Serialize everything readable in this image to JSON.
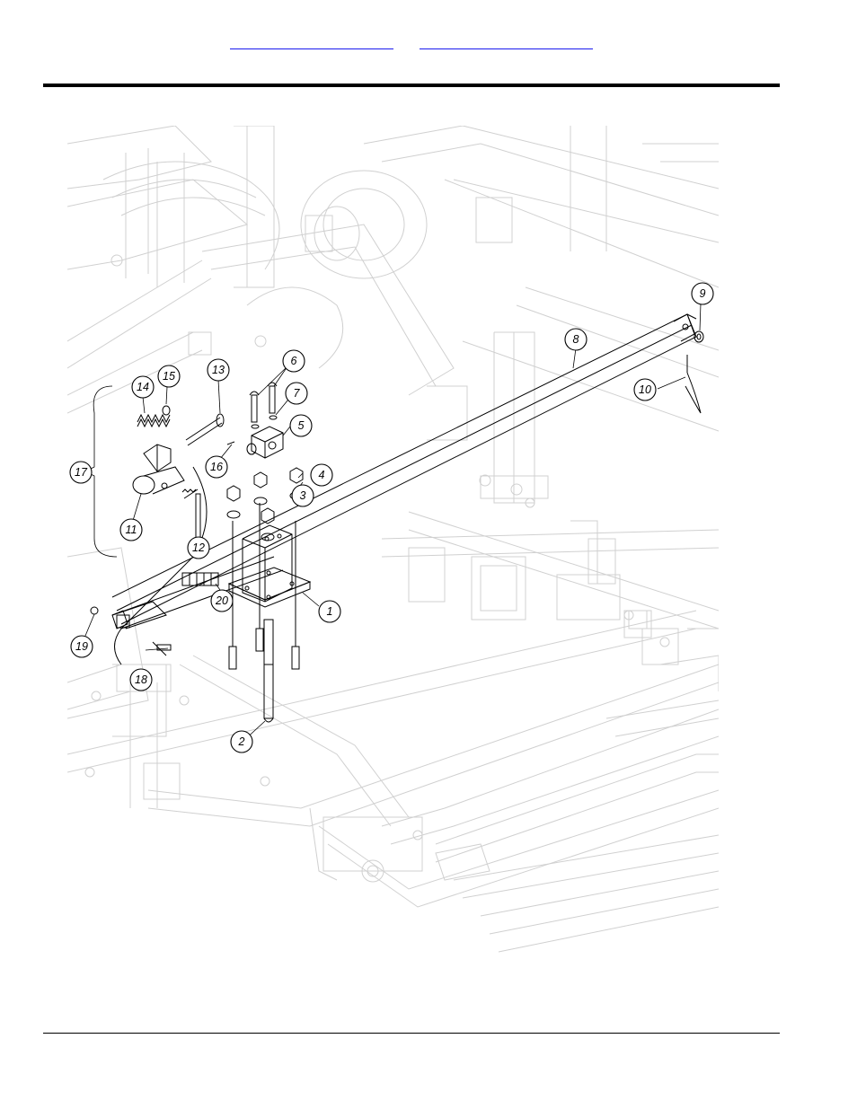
{
  "header": {
    "links": [
      {
        "label": ""
      },
      {
        "label": ""
      }
    ]
  },
  "diagram": {
    "callouts": [
      {
        "id": "1",
        "label": "1"
      },
      {
        "id": "2",
        "label": "2"
      },
      {
        "id": "3",
        "label": "3"
      },
      {
        "id": "4",
        "label": "4"
      },
      {
        "id": "5",
        "label": "5"
      },
      {
        "id": "6",
        "label": "6"
      },
      {
        "id": "7",
        "label": "7"
      },
      {
        "id": "8",
        "label": "8"
      },
      {
        "id": "9",
        "label": "9"
      },
      {
        "id": "10",
        "label": "10"
      },
      {
        "id": "11",
        "label": "11"
      },
      {
        "id": "12",
        "label": "12"
      },
      {
        "id": "13",
        "label": "13"
      },
      {
        "id": "14",
        "label": "14"
      },
      {
        "id": "15",
        "label": "15"
      },
      {
        "id": "16",
        "label": "16"
      },
      {
        "id": "17",
        "label": "17"
      },
      {
        "id": "18",
        "label": "18"
      },
      {
        "id": "19",
        "label": "19"
      },
      {
        "id": "20",
        "label": "20"
      }
    ]
  },
  "colors": {
    "link": "#1a1aee",
    "rule": "#000000",
    "frame_line": "#d0d0d0",
    "part_line": "#000000"
  }
}
